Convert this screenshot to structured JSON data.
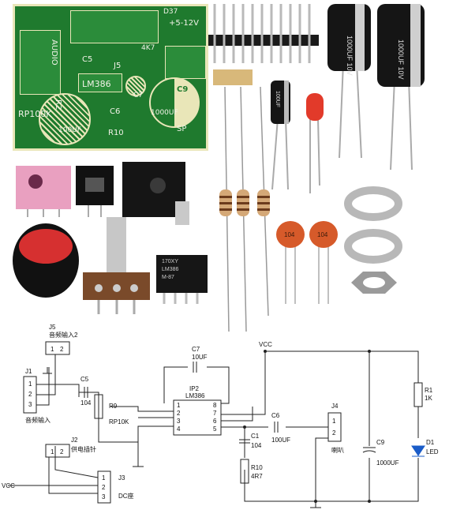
{
  "pcb": {
    "labels": {
      "audio": "AUDIO",
      "d37": "D37",
      "power": "+5-12V",
      "c5": "C5",
      "j5": "J5",
      "lm386": "LM386",
      "r2": "R2",
      "rp100k": "RP100K",
      "c6": "C6",
      "c9": "C9",
      "r10": "R10",
      "sp": "SP",
      "c7": "C7",
      "cap_1000uf": "1000UF",
      "cap_100uf": "100UF",
      "r4k7": "4K7"
    }
  },
  "components": {
    "cap_104_a": "104",
    "cap_104_b": "104",
    "chip_marking": [
      "170XY",
      "LM386",
      "M-87"
    ],
    "elec_big_a": "1000UF 10V",
    "elec_big_b": "1000UF 10V",
    "elec_small": "100UF"
  },
  "schematic": {
    "j5": "J5",
    "j5_desc": "音频输入2",
    "j1": "J1",
    "j1_desc": "音频输入",
    "j2": "J2",
    "j2_desc": "供电插针",
    "j3": "J3",
    "j3_desc": "DC座",
    "j4": "J4",
    "j4_desc": "喇叭",
    "c5": "C5",
    "c5_val": "104",
    "r9": "R9",
    "r9_val": "RP10K",
    "c7": "C7",
    "c7_val": "10UF",
    "ic_name": "IP2",
    "ic_part": "LM386",
    "vcc_top": "VCC",
    "vcc_left": "VCC",
    "c6": "C6",
    "c6_val": "100UF",
    "c1": "C1",
    "c1_val": "104",
    "r10": "R10",
    "r10_val": "4R7",
    "c9": "C9",
    "c9_val": "1000UF",
    "r1": "R1",
    "r1_val": "1K",
    "d1": "D1",
    "d1_val": "LED",
    "pins_3": [
      "1",
      "2",
      "3"
    ],
    "pins_2": [
      "1",
      "2"
    ],
    "ic_pins_left": [
      "1",
      "2",
      "3",
      "4"
    ],
    "ic_pins_right": [
      "8",
      "7",
      "6",
      "5"
    ]
  }
}
